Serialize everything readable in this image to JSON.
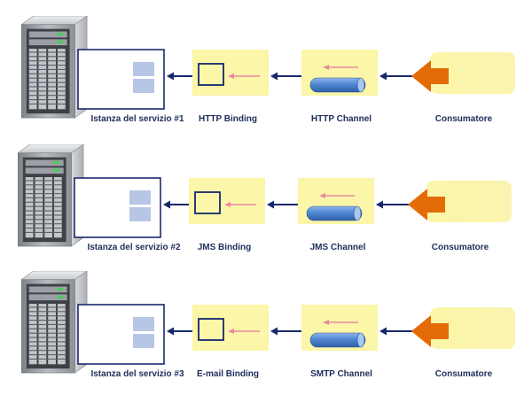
{
  "colors": {
    "panel_yellow": "#fbf6a8",
    "dark_navy": "#14286b",
    "service_box_stroke": "#1b2a6e",
    "connector_block": "#b7c6e4",
    "channel_blue": "#4f87d4",
    "small_arrow_pink": "#e88aa0",
    "consumer_arrow_orange": "#e36c09",
    "label_text": "#1f2d5c"
  },
  "icons": [
    "server-tower-icon",
    "channel-pipe-icon",
    "consumer-arrow-icon"
  ],
  "rows": [
    {
      "service_label": "Istanza  del servizio #1",
      "binding_label": "HTTP Binding",
      "channel_label": "HTTP Channel",
      "consumer_label": "Consumatore"
    },
    {
      "service_label": "Istanza  del servizio #2",
      "binding_label": "JMS Binding",
      "channel_label": "JMS Channel",
      "consumer_label": "Consumatore"
    },
    {
      "service_label": "Istanza  del servizio #3",
      "binding_label": "E-mail Binding",
      "channel_label": "SMTP Channel",
      "consumer_label": "Consumatore"
    }
  ]
}
